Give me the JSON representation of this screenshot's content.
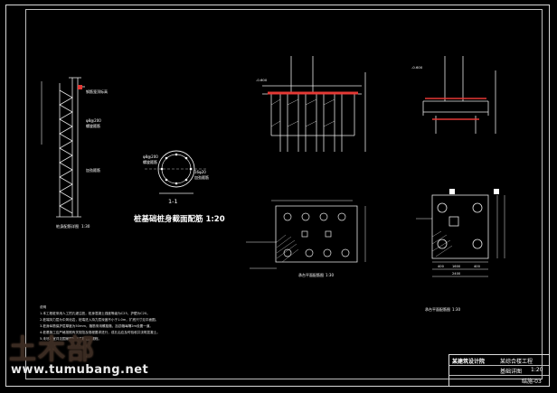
{
  "drawing": {
    "title_main": "桩基础桩身截面配筋 1:20",
    "section_label": "1-1",
    "notes_heading": "说明",
    "notes": [
      "1.本工程桩采用人工挖孔灌注桩，桩身混凝土强度等级为C25，护壁为C20。",
      "2.桩端持力层为中风化岩，桩端进入持力层深度不小于1.0m，扩底尺寸见平面图。",
      "3.桩身纵筋保护层厚度为50mm，箍筋采用螺旋箍，加劲箍每隔2m设置一道。",
      "4.桩基施工应严格按照有关规范及规程要求进行，成孔后应及时验收并浇筑混凝土。",
      "5.未尽事宜详见国家现行有关规范及规程。"
    ]
  },
  "labels": {
    "pile_detail": "桩身配筋详图",
    "pile_detail_scale": "1:30",
    "rebar_top": "钢筋笼顶标高",
    "spiral": "螺旋箍筋",
    "stiffener": "加劲箍筋",
    "ring_dim": "φ8@200",
    "ring_dim2": "16φ20",
    "ring_note": "加劲箍筋",
    "cap1_plan": "承台平面配筋图",
    "cap1_scale": "1:30",
    "cap2_plan": "承台平面配筋图",
    "cap2_scale": "1:30",
    "dim_400": "400",
    "dim_1600": "1600",
    "dim_2400": "2400",
    "elev_top": "-0.600",
    "elev_top2": "-0.600"
  },
  "title_block": {
    "company": "某建筑设计院",
    "project": "某综合楼工程",
    "drawing_name": "基础详图",
    "scale": "1:20",
    "sheet": "结施-03"
  },
  "watermark": {
    "cn": "土木部",
    "url": "www.tumubang.net"
  }
}
